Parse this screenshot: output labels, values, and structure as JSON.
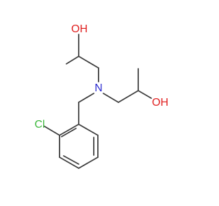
{
  "molecule": {
    "atoms": {
      "oh_top": {
        "text": "OH",
        "color": "#e02020"
      },
      "n_center": {
        "text": "N",
        "color": "#2a2ad0"
      },
      "oh_right": {
        "text": "OH",
        "color": "#e02020"
      },
      "cl": {
        "text": "Cl",
        "color": "#3cb83c"
      }
    },
    "bond_color": "#3d3d3d"
  }
}
